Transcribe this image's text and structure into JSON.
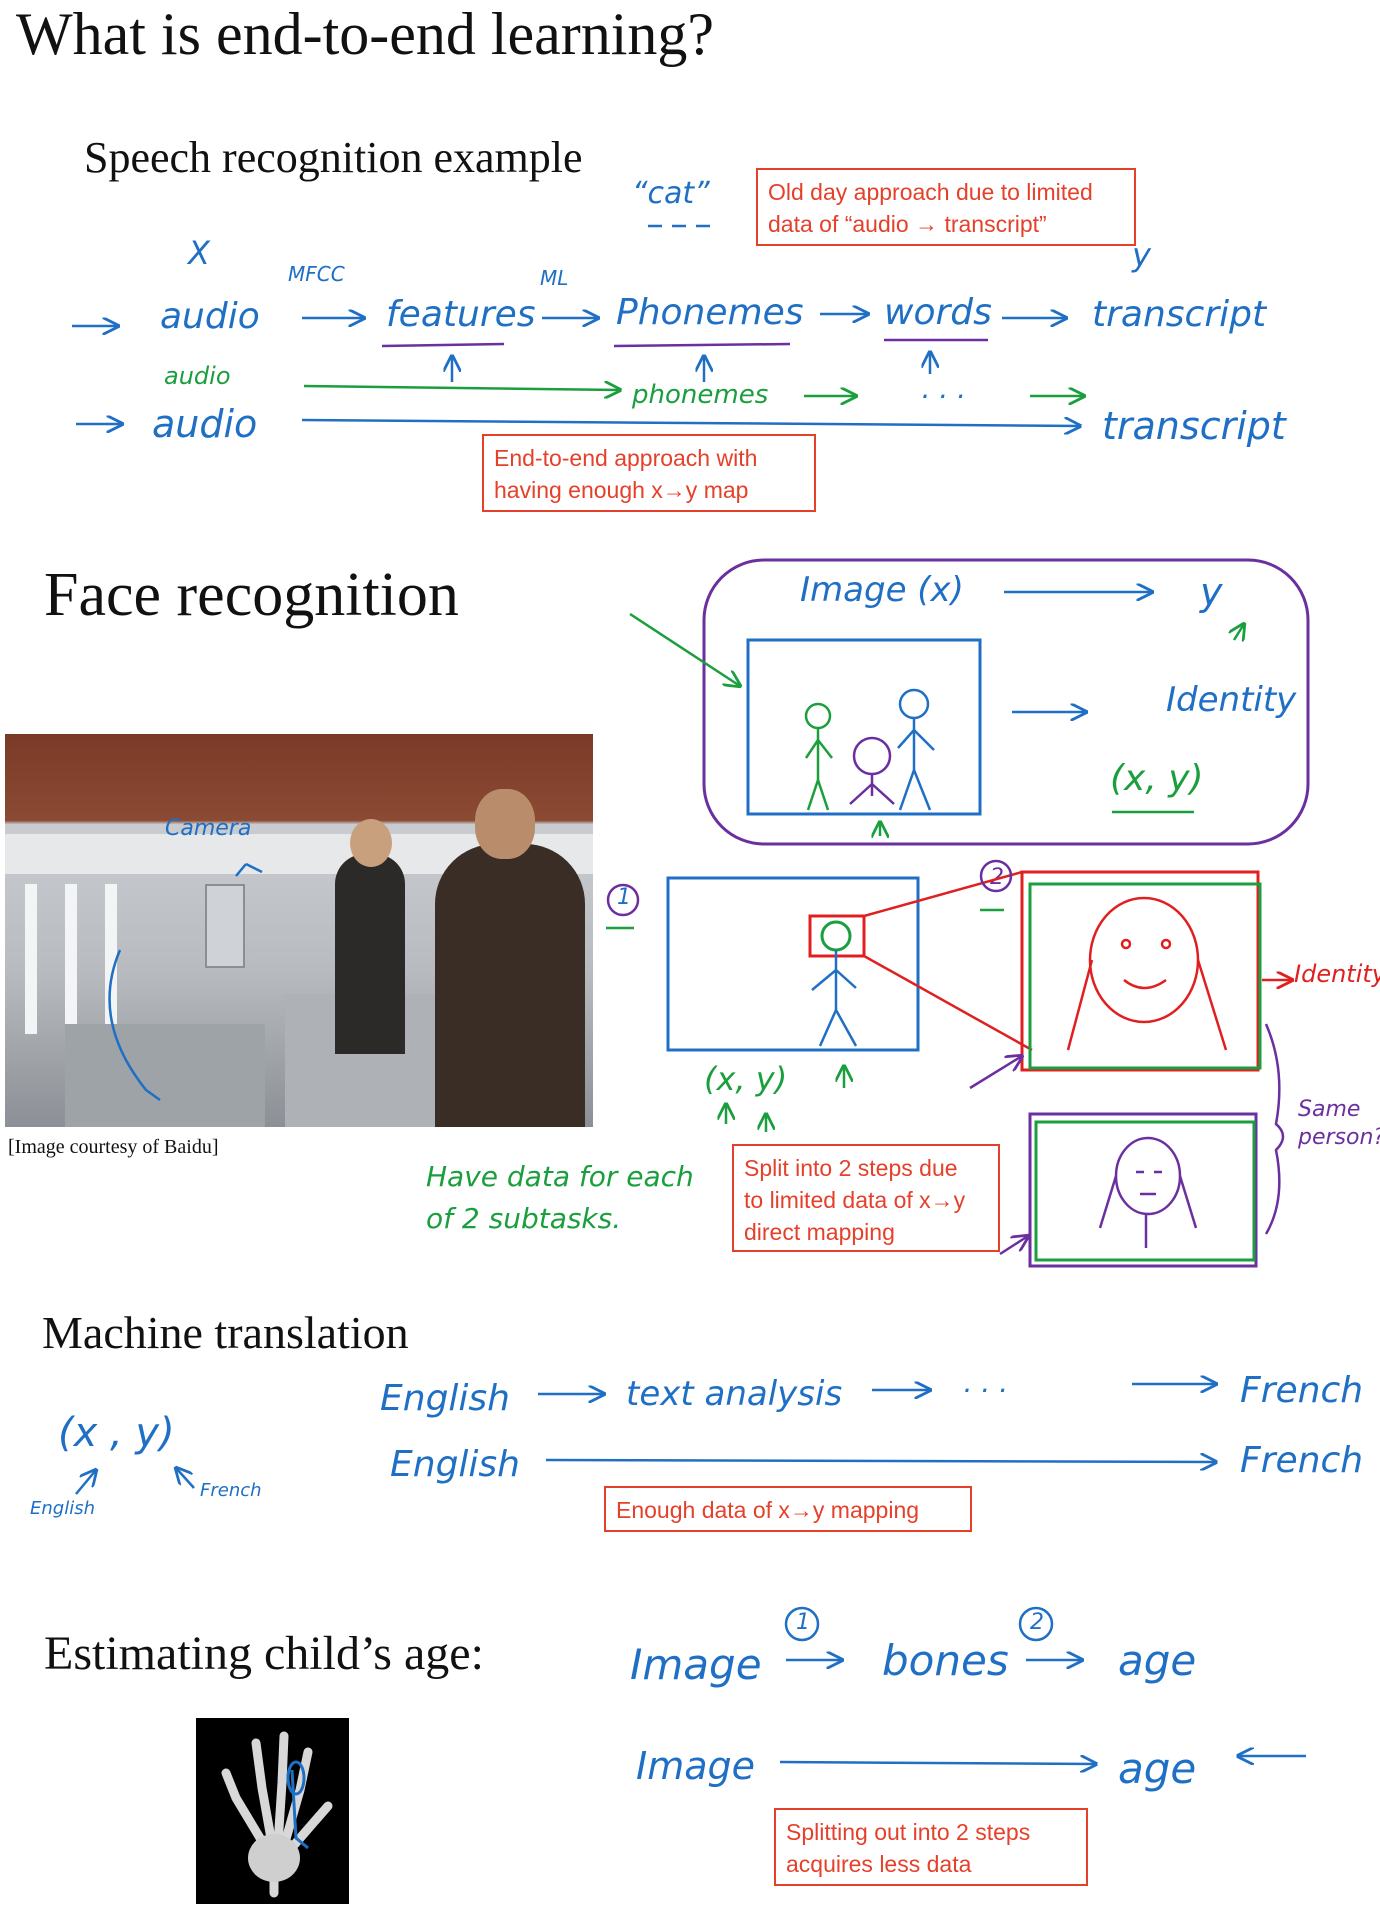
{
  "title": "What is end-to-end learning?",
  "speech": {
    "heading": "Speech recognition example",
    "cat": "“cat”",
    "x": "X",
    "y": "y",
    "mfcc": "MFCC",
    "ml": "ML",
    "pipeline": [
      "audio",
      "features",
      "Phonemes",
      "words",
      "transcript"
    ],
    "audio_small": "audio",
    "phonemes_small": "phonemes",
    "dots": "· · ·",
    "e2e_audio": "audio",
    "e2e_transcript": "transcript",
    "note_old": "Old day approach due to limited\ndata of “audio → transcript”",
    "note_e2e": "End-to-end approach with\nhaving enough x→y map"
  },
  "face": {
    "heading": "Face recognition",
    "image_x": "Image (x)",
    "y": "y",
    "identity": "Identity",
    "xy": "(x, y)",
    "step1": "1",
    "step2": "2",
    "xy2": "(x, y)",
    "identity_red": "Identity",
    "same_person": "Same\nperson?",
    "have_data": "Have data for each\nof 2 subtasks.",
    "courtesy": "[Image courtesy of Baidu]",
    "camera": "Camera",
    "note_split": "Split into 2 steps due\nto limited data of x→y\ndirect mapping"
  },
  "mt": {
    "heading": "Machine translation",
    "xy": "(x , y)",
    "english_small": "English",
    "french_small": "French",
    "row1": [
      "English",
      "text analysis",
      "· · ·",
      "French"
    ],
    "row2": [
      "English",
      "French"
    ],
    "note": "Enough data of x→y mapping"
  },
  "age": {
    "heading": "Estimating child’s age:",
    "row1": [
      "Image",
      "bones",
      "age"
    ],
    "step1": "1",
    "step2": "2",
    "row2": [
      "Image",
      "age"
    ],
    "note": "Splitting out into 2 steps\nacquires less data"
  },
  "colors": {
    "blue_ink": "#1f6fc5",
    "green_ink": "#1b9e3e",
    "red_ink": "#e02020",
    "purple_ink": "#6b2fa0",
    "note_red": "#e5402a"
  },
  "icons": [
    "arrow-icon",
    "up-arrow-icon",
    "stick-figure-icon",
    "face-sketch-icon"
  ]
}
